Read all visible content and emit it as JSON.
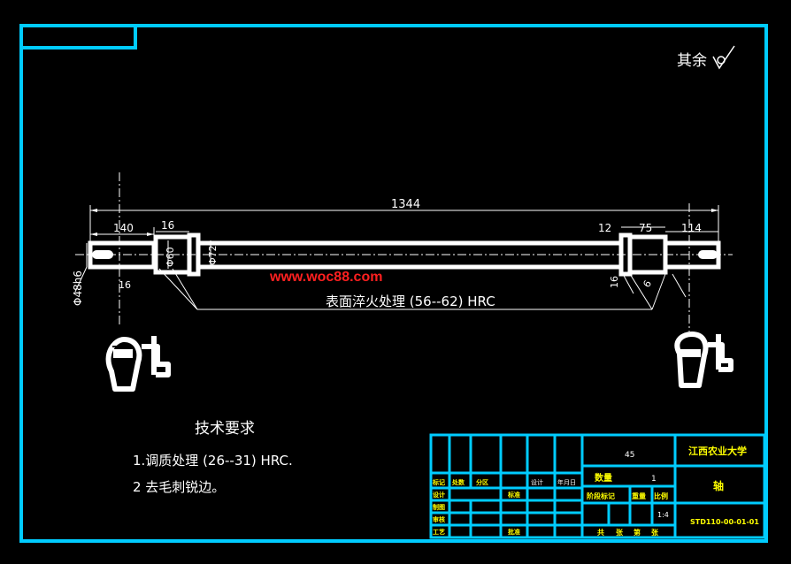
{
  "colors": {
    "background": "#000000",
    "frame": "#00ccff",
    "lines": "#ffffff",
    "title_text": "#ffff00",
    "watermark": "#ff2020"
  },
  "roughness": {
    "label": "其余",
    "symbol": "roughness-check-icon"
  },
  "dimensions": {
    "total_length": "1344",
    "left_end": "140",
    "left_collar": "16",
    "left_dia_1": "Φ60",
    "left_dia_2": "Φ72",
    "right_12": "12",
    "right_75": "75",
    "right_114": "114",
    "shaft_dia": "Φ48h6",
    "bottom_left_16": "16",
    "bottom_right_16": "16",
    "bottom_right_6": "6"
  },
  "annotation": "表面淬火处理 (56--62) HRC",
  "watermark": "www.woc88.com",
  "technical_requirements": {
    "title": "技术要求",
    "items": [
      "1.调质处理 (26--31) HRC.",
      "2 去毛刺锐边。"
    ]
  },
  "title_block": {
    "material": "45",
    "school": "江西农业大学",
    "part_name": "轴",
    "quantity_label": "数量",
    "quantity_value": "1",
    "scale_mark_label": "阶段标记",
    "weight_label": "重量",
    "scale_label": "比例",
    "scale_value": "1:4",
    "drawing_no": "STD110-00-01-01",
    "sheet_info": [
      "共",
      "张",
      "第",
      "张"
    ],
    "row_labels": [
      "标记",
      "处数",
      "分区",
      "设计",
      "审核",
      "工艺"
    ],
    "col_labels": [
      "设计",
      "标准",
      "批准"
    ],
    "extra_labels": [
      "制图"
    ],
    "date": "年月日"
  }
}
